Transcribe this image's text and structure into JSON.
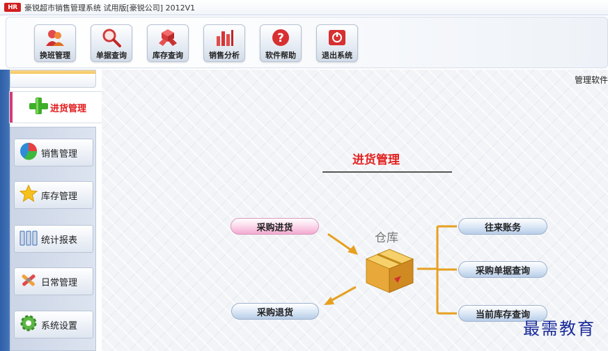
{
  "window": {
    "logo_text": "HR",
    "title": "豪锐超市销售管理系统 试用版[豪锐公司] 2012V1"
  },
  "toolbar": {
    "buttons": [
      {
        "label": "换班管理",
        "icon": "users-icon"
      },
      {
        "label": "单据查询",
        "icon": "search-icon"
      },
      {
        "label": "库存查询",
        "icon": "boxes-icon"
      },
      {
        "label": "销售分析",
        "icon": "bar-chart-icon"
      },
      {
        "label": "软件帮助",
        "icon": "help-icon"
      },
      {
        "label": "退出系统",
        "icon": "exit-icon"
      }
    ]
  },
  "sidebar": {
    "active": {
      "label": "进货管理",
      "icon": "plus-icon"
    },
    "items": [
      {
        "label": "销售管理",
        "icon": "pie-chart-icon"
      },
      {
        "label": "库存管理",
        "icon": "star-icon"
      },
      {
        "label": "统计报表",
        "icon": "report-icon"
      },
      {
        "label": "日常管理",
        "icon": "tools-icon"
      },
      {
        "label": "系统设置",
        "icon": "gear-icon"
      }
    ]
  },
  "main": {
    "caption": "管理软件",
    "section_title": "进货管理",
    "warehouse_label": "仓库",
    "left_actions": {
      "purchase_in": "采购进货",
      "purchase_return": "采购退货"
    },
    "right_actions": [
      "往来账务",
      "采购单据查询",
      "当前库存查询"
    ],
    "watermark": "最需教育"
  },
  "colors": {
    "accent_red": "#e02020",
    "sidebar_blue": "#2f5fa6",
    "arrow_orange": "#e6a020"
  }
}
